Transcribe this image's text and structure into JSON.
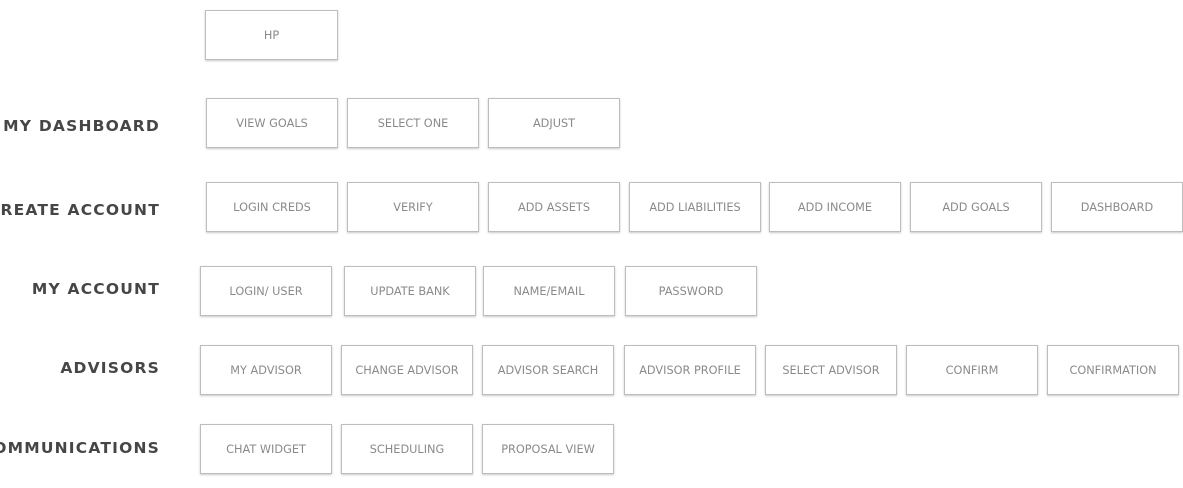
{
  "hp": "HP",
  "rows": {
    "dashboard": {
      "label": "MY DASHBOARD",
      "items": [
        "VIEW GOALS",
        "SELECT ONE",
        "ADJUST"
      ]
    },
    "create_account": {
      "label": "CREATE ACCOUNT",
      "items": [
        "LOGIN CREDS",
        "VERIFY",
        "ADD ASSETS",
        "ADD LIABILITIES",
        "ADD INCOME",
        "ADD GOALS",
        "DASHBOARD"
      ]
    },
    "my_account": {
      "label": "MY ACCOUNT",
      "items": [
        "LOGIN/ USER",
        "UPDATE BANK",
        "NAME/EMAIL",
        "PASSWORD"
      ]
    },
    "advisors": {
      "label": "ADVISORS",
      "items": [
        "MY ADVISOR",
        "CHANGE ADVISOR",
        "ADVISOR SEARCH",
        "ADVISOR PROFILE",
        "SELECT ADVISOR",
        "CONFIRM",
        "CONFIRMATION"
      ]
    },
    "communications": {
      "label": "COMMUNICATIONS",
      "items": [
        "CHAT WIDGET",
        "SCHEDULING",
        "PROPOSAL VIEW"
      ]
    }
  }
}
